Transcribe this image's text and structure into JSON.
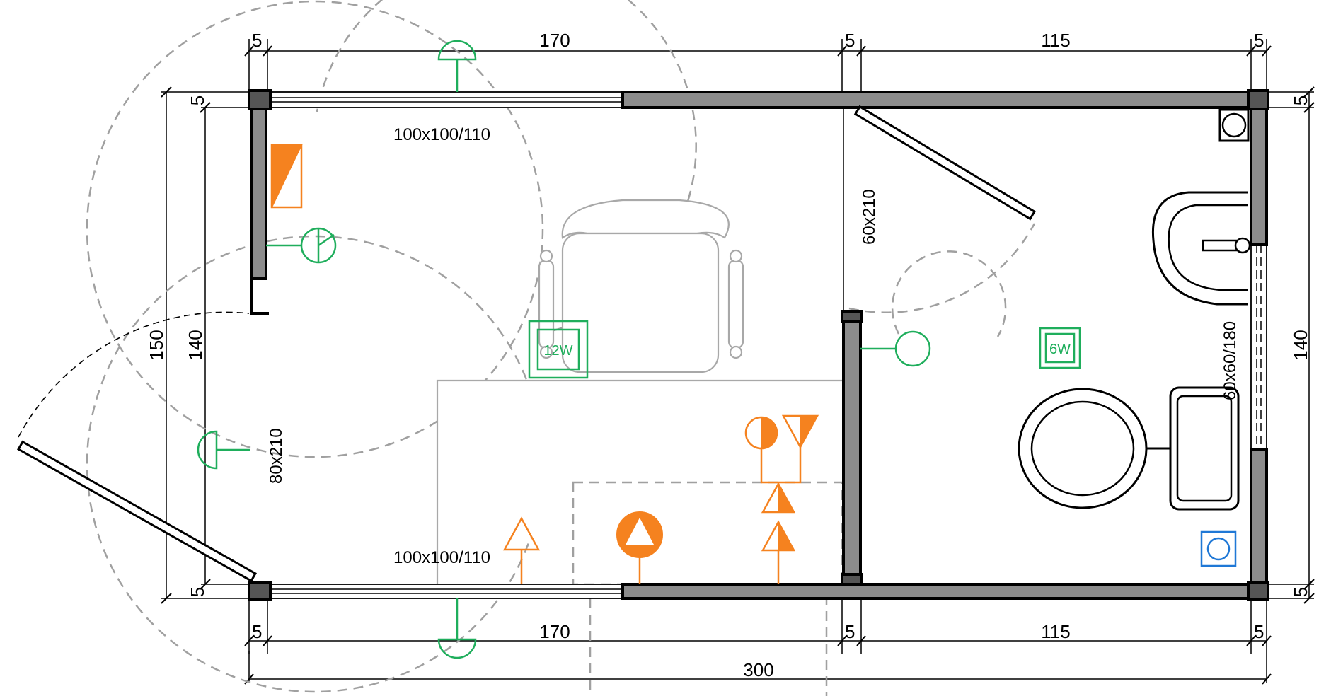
{
  "dimensions": {
    "top": [
      "5",
      "170",
      "5",
      "115",
      "5"
    ],
    "bottom": [
      "5",
      "170",
      "5",
      "115",
      "5"
    ],
    "overall": "300",
    "left_outer": "150",
    "left_inner": "140",
    "left_small_top": "5",
    "left_small_bottom": "5",
    "right": "140",
    "right_small_top": "5",
    "right_small_bottom": "5"
  },
  "labels": {
    "window_top": "100x100/110",
    "window_bottom": "100x100/110",
    "door_entry": "80x210",
    "door_wc": "60x210",
    "window_wc": "60x60/180"
  },
  "symbols": {
    "lamp_main": "12W",
    "lamp_wc": "6W"
  },
  "colors": {
    "wall": "#8c8c8c",
    "electric_lighting": "#1fae5c",
    "electric_power": "#f5821f",
    "water": "#1f78d6",
    "furniture": "#a8a8a8"
  }
}
